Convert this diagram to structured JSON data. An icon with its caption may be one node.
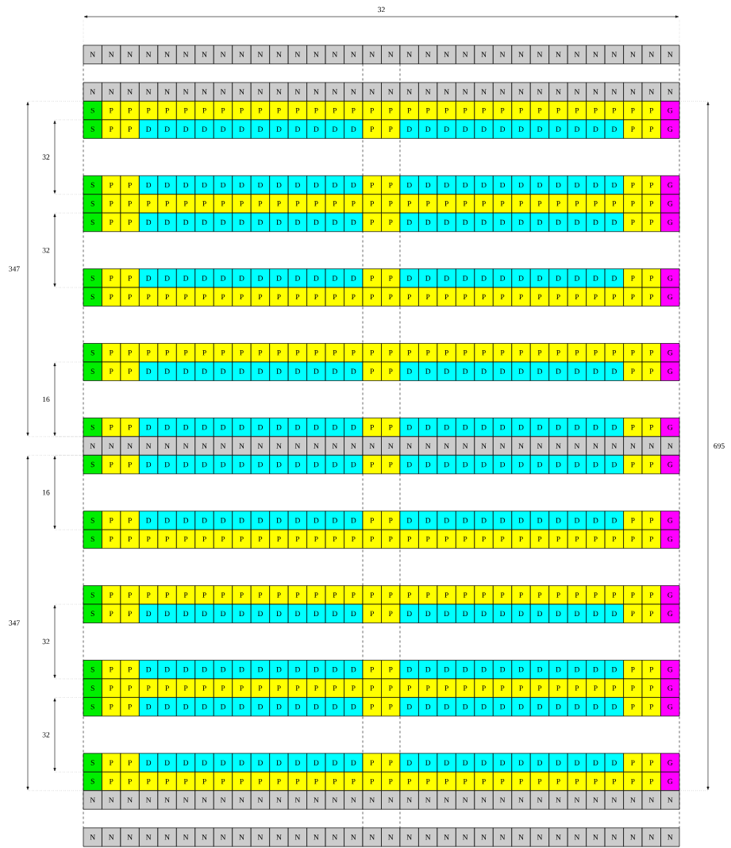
{
  "diagram": {
    "labels": [
      "32",
      "N",
      "N",
      "N",
      "N",
      "N",
      "N",
      "N",
      "N",
      "N",
      "N",
      "N",
      "N",
      "N",
      "N",
      "N",
      "N",
      "N",
      "N",
      "N",
      "N",
      "N",
      "N",
      "N",
      "N",
      "N",
      "N",
      "N",
      "N",
      "N",
      "N",
      "N",
      "N",
      "N",
      "N",
      "N",
      "N",
      "N",
      "N",
      "N",
      "N",
      "N",
      "N",
      "N",
      "N",
      "N",
      "N",
      "N",
      "N",
      "N",
      "N",
      "N",
      "N",
      "N",
      "N",
      "N",
      "N",
      "N",
      "N",
      "N",
      "N",
      "N",
      "N",
      "N",
      "N",
      "S",
      "P",
      "P",
      "P",
      "P",
      "P",
      "P",
      "P",
      "P",
      "P",
      "P",
      "P",
      "P",
      "P",
      "P",
      "P",
      "P",
      "P",
      "P",
      "P",
      "P",
      "P",
      "P",
      "P",
      "P",
      "P",
      "P",
      "P",
      "P",
      "P",
      "P",
      "G",
      "S",
      "P",
      "P",
      "D",
      "D",
      "D",
      "D",
      "D",
      "D",
      "D",
      "D",
      "D",
      "D",
      "D",
      "D",
      "P",
      "P",
      "D",
      "D",
      "D",
      "D",
      "D",
      "D",
      "D",
      "D",
      "D",
      "D",
      "D",
      "D",
      "P",
      "P",
      "G",
      "S",
      "P",
      "P",
      "D",
      "D",
      "D",
      "D",
      "D",
      "D",
      "D",
      "D",
      "D",
      "D",
      "D",
      "D",
      "P",
      "P",
      "D",
      "D",
      "D",
      "D",
      "D",
      "D",
      "D",
      "D",
      "D",
      "D",
      "D",
      "D",
      "P",
      "P",
      "G",
      "S",
      "P",
      "P",
      "P",
      "P",
      "P",
      "P",
      "P",
      "P",
      "P",
      "P",
      "P",
      "P",
      "P",
      "P",
      "P",
      "P",
      "P",
      "P",
      "P",
      "P",
      "P",
      "P",
      "P",
      "P",
      "P",
      "P",
      "P",
      "P",
      "P",
      "P",
      "G",
      "S",
      "P",
      "P",
      "D",
      "D",
      "D",
      "D",
      "D",
      "D",
      "D",
      "D",
      "D",
      "D",
      "D",
      "D",
      "P",
      "P",
      "D",
      "D",
      "D",
      "D",
      "D",
      "D",
      "D",
      "D",
      "D",
      "D",
      "D",
      "D",
      "P",
      "P",
      "G",
      "S",
      "P",
      "P",
      "D",
      "D",
      "D",
      "D",
      "D",
      "D",
      "D",
      "D",
      "D",
      "D",
      "D",
      "D",
      "P",
      "P",
      "D",
      "D",
      "D",
      "D",
      "D",
      "D",
      "D",
      "D",
      "D",
      "D",
      "D",
      "D",
      "P",
      "P",
      "G",
      "S",
      "P",
      "P",
      "P",
      "P",
      "P",
      "P",
      "P",
      "P",
      "P",
      "P",
      "P",
      "P",
      "P",
      "P",
      "P",
      "P",
      "P",
      "P",
      "P",
      "P",
      "P",
      "P",
      "P",
      "P",
      "P",
      "P",
      "P",
      "P",
      "P",
      "P",
      "G",
      "S",
      "P",
      "P",
      "P",
      "P",
      "P",
      "P",
      "P",
      "P",
      "P",
      "P",
      "P",
      "P",
      "P",
      "P",
      "P",
      "P",
      "P",
      "P",
      "P",
      "P",
      "P",
      "P",
      "P",
      "P",
      "P",
      "P",
      "P",
      "P",
      "P",
      "P",
      "G",
      "S",
      "P",
      "P",
      "D",
      "D",
      "D",
      "D",
      "D",
      "D",
      "D",
      "D",
      "D",
      "D",
      "D",
      "D",
      "P",
      "P",
      "D",
      "D",
      "D",
      "D",
      "D",
      "D",
      "D",
      "D",
      "D",
      "D",
      "D",
      "D",
      "P",
      "P",
      "G",
      "S",
      "P",
      "P",
      "D",
      "D",
      "D",
      "D",
      "D",
      "D",
      "D",
      "D",
      "D",
      "D",
      "D",
      "D",
      "P",
      "P",
      "D",
      "D",
      "D",
      "D",
      "D",
      "D",
      "D",
      "D",
      "D",
      "D",
      "D",
      "D",
      "P",
      "P",
      "G",
      "N",
      "N",
      "N",
      "N",
      "N",
      "N",
      "N",
      "N",
      "N",
      "N",
      "N",
      "N",
      "N",
      "N",
      "N",
      "N",
      "N",
      "N",
      "N",
      "N",
      "N",
      "N",
      "N",
      "N",
      "N",
      "N",
      "N",
      "N",
      "N",
      "N",
      "N",
      "N",
      "S",
      "P",
      "P",
      "D",
      "D",
      "D",
      "D",
      "D",
      "D",
      "D",
      "D",
      "D",
      "D",
      "D",
      "D",
      "P",
      "P",
      "D",
      "D",
      "D",
      "D",
      "D",
      "D",
      "D",
      "D",
      "D",
      "D",
      "D",
      "D",
      "P",
      "P",
      "G",
      "S",
      "P",
      "P",
      "D",
      "D",
      "D",
      "D",
      "D",
      "D",
      "D",
      "D",
      "D",
      "D",
      "D",
      "D",
      "P",
      "P",
      "D",
      "D",
      "D",
      "D",
      "D",
      "D",
      "D",
      "D",
      "D",
      "D",
      "D",
      "D",
      "P",
      "P",
      "G",
      "S",
      "P",
      "P",
      "P",
      "P",
      "P",
      "P",
      "P",
      "P",
      "P",
      "P",
      "P",
      "P",
      "P",
      "P",
      "P",
      "P",
      "P",
      "P",
      "P",
      "P",
      "P",
      "P",
      "P",
      "P",
      "P",
      "P",
      "P",
      "P",
      "P",
      "P",
      "G",
      "S",
      "P",
      "P",
      "P",
      "P",
      "P",
      "P",
      "P",
      "P",
      "P",
      "P",
      "P",
      "P",
      "P",
      "P",
      "P",
      "P",
      "P",
      "P",
      "P",
      "P",
      "P",
      "P",
      "P",
      "P",
      "P",
      "P",
      "P",
      "P",
      "P",
      "P",
      "G",
      "S",
      "P",
      "P",
      "D",
      "D",
      "D",
      "D",
      "D",
      "D",
      "D",
      "D",
      "D",
      "D",
      "D",
      "D",
      "P",
      "P",
      "D",
      "D",
      "D",
      "D",
      "D",
      "D",
      "D",
      "D",
      "D",
      "D",
      "D",
      "D",
      "P",
      "P",
      "G",
      "S",
      "P",
      "P",
      "D",
      "D",
      "D",
      "D",
      "D",
      "D",
      "D",
      "D",
      "D",
      "D",
      "D",
      "D",
      "P",
      "P",
      "D",
      "D",
      "D",
      "D",
      "D",
      "D",
      "D",
      "D",
      "D",
      "D",
      "D",
      "D",
      "P",
      "P",
      "G",
      "S",
      "P",
      "P",
      "P",
      "P",
      "P",
      "P",
      "P",
      "P",
      "P",
      "P",
      "P",
      "P",
      "P",
      "P",
      "P",
      "P",
      "P",
      "P",
      "P",
      "P",
      "P",
      "P",
      "P",
      "P",
      "P",
      "P",
      "P",
      "P",
      "P",
      "P",
      "G",
      "S",
      "P",
      "P",
      "D",
      "D",
      "D",
      "D",
      "D",
      "D",
      "D",
      "D",
      "D",
      "D",
      "D",
      "D",
      "P",
      "P",
      "D",
      "D",
      "D",
      "D",
      "D",
      "D",
      "D",
      "D",
      "D",
      "D",
      "D",
      "D",
      "P",
      "P",
      "G",
      "S",
      "P",
      "P",
      "D",
      "D",
      "D",
      "D",
      "D",
      "D",
      "D",
      "D",
      "D",
      "D",
      "D",
      "D",
      "P",
      "P",
      "D",
      "D",
      "D",
      "D",
      "D",
      "D",
      "D",
      "D",
      "D",
      "D",
      "D",
      "D",
      "P",
      "P",
      "G",
      "S",
      "P",
      "P",
      "P",
      "P",
      "P",
      "P",
      "P",
      "P",
      "P",
      "P",
      "P",
      "P",
      "P",
      "P",
      "P",
      "P",
      "P",
      "P",
      "P",
      "P",
      "P",
      "P",
      "P",
      "P",
      "P",
      "P",
      "P",
      "P",
      "P",
      "P",
      "G",
      "N",
      "N",
      "N",
      "N",
      "N",
      "N",
      "N",
      "N",
      "N",
      "N",
      "N",
      "N",
      "N",
      "N",
      "N",
      "N",
      "N",
      "N",
      "N",
      "N",
      "N",
      "N",
      "N",
      "N",
      "N",
      "N",
      "N",
      "N",
      "N",
      "N",
      "N",
      "N",
      "N",
      "N",
      "N",
      "N",
      "N",
      "N",
      "N",
      "N",
      "N",
      "N",
      "N",
      "N",
      "N",
      "N",
      "N",
      "N",
      "N",
      "N",
      "N",
      "N",
      "N",
      "N",
      "N",
      "N",
      "N",
      "N",
      "N",
      "N",
      "N",
      "N",
      "N",
      "N",
      "347",
      "32",
      "32",
      "16",
      "695",
      "16",
      "347",
      "32",
      "32"
    ]
  }
}
